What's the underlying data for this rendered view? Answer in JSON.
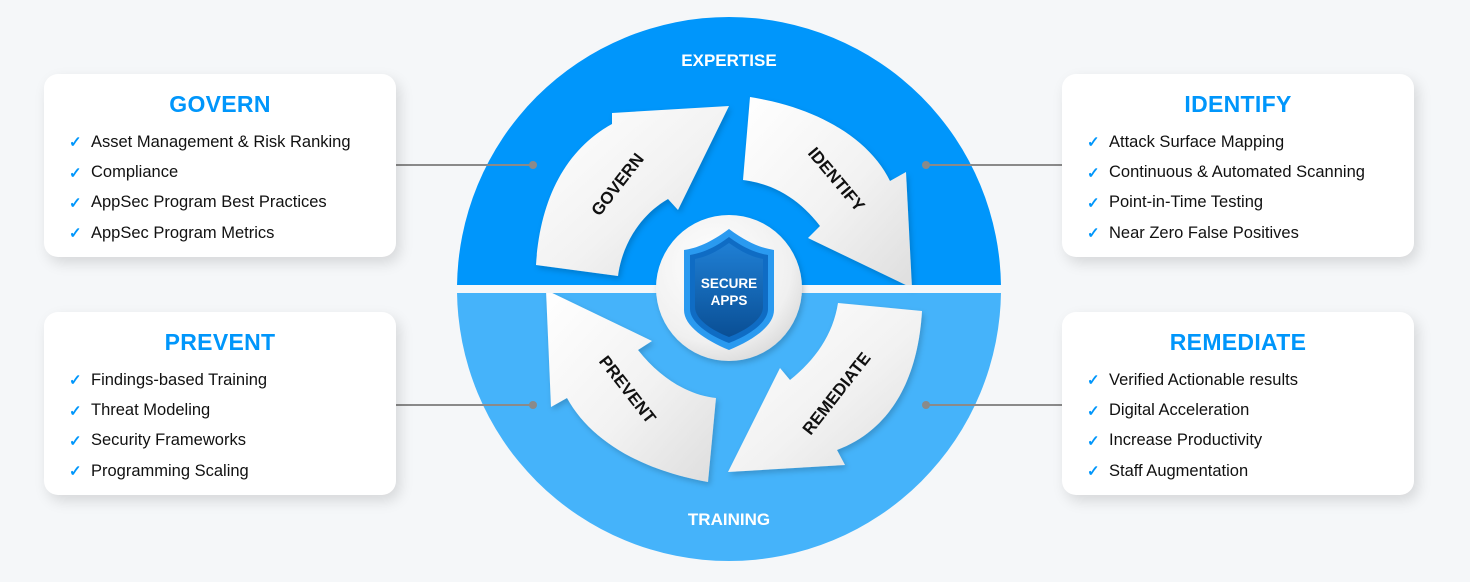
{
  "diagram": {
    "outer_top_label": "EXPERTISE",
    "outer_bottom_label": "TRAINING",
    "center_badge": {
      "line1": "SECURE",
      "line2": "APPS",
      "icon": "shield-icon"
    },
    "arrows": [
      {
        "label": "GOVERN"
      },
      {
        "label": "IDENTIFY"
      },
      {
        "label": "PREVENT"
      },
      {
        "label": "REMEDIATE"
      }
    ],
    "colors": {
      "top_half": "#0096fb",
      "bottom_half": "#45b3fa",
      "shield_dark": "#0a5fa8",
      "shield_light": "#2a8fe6",
      "title_blue": "#0096fb"
    }
  },
  "cards": [
    {
      "title": "GOVERN",
      "items": [
        "Asset Management & Risk Ranking",
        "Compliance",
        "AppSec Program Best Practices",
        "AppSec Program Metrics"
      ]
    },
    {
      "title": "IDENTIFY",
      "items": [
        "Attack Surface Mapping",
        "Continuous & Automated Scanning",
        "Point-in-Time Testing",
        "Near Zero False Positives"
      ]
    },
    {
      "title": "PREVENT",
      "items": [
        "Findings-based Training",
        "Threat Modeling",
        "Security Frameworks",
        "Programming Scaling"
      ]
    },
    {
      "title": "REMEDIATE",
      "items": [
        "Verified Actionable results",
        "Digital Acceleration",
        "Increase Productivity",
        "Staff Augmentation"
      ]
    }
  ],
  "check_glyph": "✓"
}
